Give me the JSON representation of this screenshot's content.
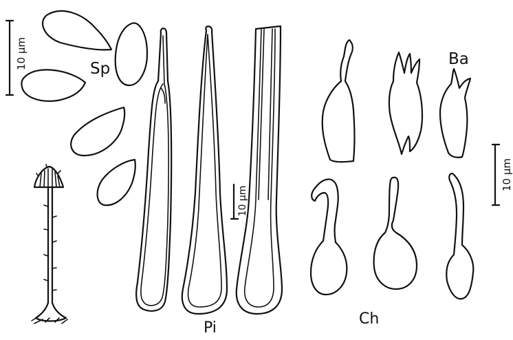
{
  "labels": {
    "spores": "Sp",
    "basidia": "Ba",
    "pileocystidia": "Pi",
    "cheilocystidia": "Ch"
  },
  "scale_bars": {
    "spores": "10 µm",
    "pileocystidia": "10 µm",
    "cheilocystidia": "10 µm"
  }
}
